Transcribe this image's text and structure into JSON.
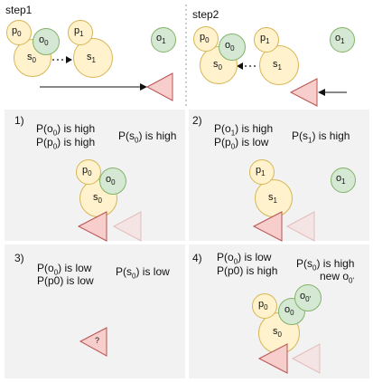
{
  "top": {
    "step1_label": "step1",
    "step2_label": "step2"
  },
  "nodes": {
    "p0": "p0",
    "o0": "o0",
    "s0": "s0",
    "p1": "p1",
    "s1": "s1",
    "o1": "o1",
    "o0_prime": "o0'"
  },
  "panels": {
    "p1": {
      "num": "1)",
      "line1": "P(o0) is high",
      "line2": "P(p0) is high",
      "result": "P(s0) is high"
    },
    "p2": {
      "num": "2)",
      "line1": "P(o1) is high",
      "line2": "P(p0) is low",
      "result": "P(s1) is high"
    },
    "p3": {
      "num": "3)",
      "line1": "P(o0) is low",
      "line2": "P(p0) is low",
      "result": "P(s0) is low",
      "unknown": "?"
    },
    "p4": {
      "num": "4)",
      "line1": "P(o0) is low",
      "line2": "P(p0) is high",
      "result": "P(s0) is high",
      "result2": "new o0'"
    }
  },
  "colors": {
    "panel_bg": "#f2f2f2",
    "yellow_fill": "#fff2cc",
    "yellow_stroke": "#d6b656",
    "green_fill": "#d5e8d4",
    "green_stroke": "#82b366",
    "triangle_fill": "#f8cecc",
    "triangle_stroke": "#b85450"
  }
}
